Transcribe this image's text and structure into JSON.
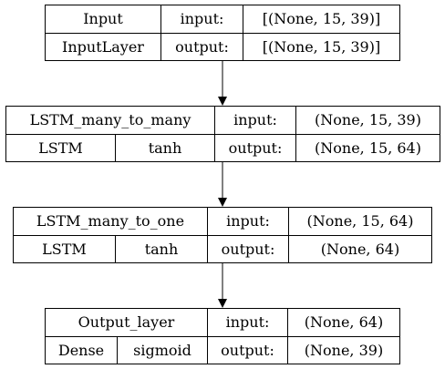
{
  "nodes": [
    {
      "name": "Input",
      "type": "InputLayer",
      "input_label": "input:",
      "input_shape": "[(None, 15, 39)]",
      "output_label": "output:",
      "output_shape": "[(None, 15, 39)]"
    },
    {
      "name": "LSTM_many_to_many",
      "type": "LSTM",
      "activation": "tanh",
      "input_label": "input:",
      "input_shape": "(None, 15, 39)",
      "output_label": "output:",
      "output_shape": "(None, 15, 64)"
    },
    {
      "name": "LSTM_many_to_one",
      "type": "LSTM",
      "activation": "tanh",
      "input_label": "input:",
      "input_shape": "(None, 15, 64)",
      "output_label": "output:",
      "output_shape": "(None, 64)"
    },
    {
      "name": "Output_layer",
      "type": "Dense",
      "activation": "sigmoid",
      "input_label": "input:",
      "input_shape": "(None, 64)",
      "output_label": "output:",
      "output_shape": "(None, 39)"
    }
  ]
}
